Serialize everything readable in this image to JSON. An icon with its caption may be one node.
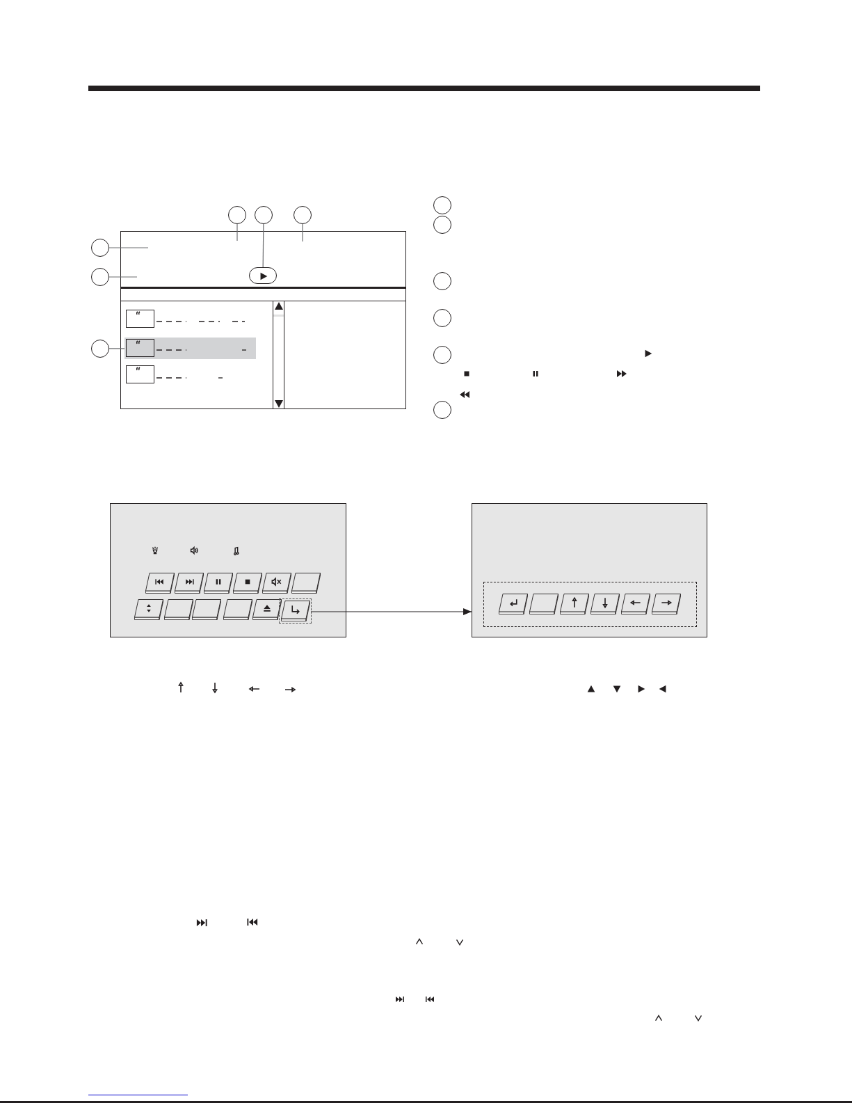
{
  "diagram": {
    "nodes": [
      {
        "text": [],
        "shape": "circle"
      },
      {
        "text": [],
        "shape": "circle"
      },
      {
        "text": [],
        "shape": "circle"
      },
      {
        "text": [],
        "shape": "circle"
      },
      {
        "text": [],
        "shape": "circle"
      },
      {
        "text": [],
        "shape": "box"
      },
      {
        "text": [],
        "shape": "circle"
      },
      {
        "text": [],
        "shape": "bar"
      },
      {
        "text": [],
        "shape": "circle"
      },
      {
        "text": [],
        "shape": "circle"
      },
      {
        "text": [],
        "shape": "circle"
      },
      {
        "text": [],
        "shape": "circle"
      },
      {
        "text": [],
        "shape": "circle"
      },
      {
        "text": [],
        "shape": "circle"
      },
      {
        "text": [],
        "shape": "box"
      },
      {
        "text": [],
        "shape": "box",
        "in": 14
      },
      {
        "text": [],
        "shape": "box"
      }
    ],
    "edges": [
      {
        "from": 0,
        "to": null,
        "arrow": "none"
      },
      {
        "from": 1,
        "to": 5,
        "arrow": "none"
      },
      {
        "from": 2,
        "to": null,
        "arrow": "none"
      },
      {
        "from": 3,
        "to": null,
        "arrow": "none"
      },
      {
        "from": 4,
        "to": null,
        "arrow": "none"
      },
      {
        "from": 6,
        "to": 7,
        "arrow": "none"
      },
      {
        "from": 15,
        "to": 16,
        "arrow": "to",
        "color": "#231f20"
      }
    ]
  }
}
